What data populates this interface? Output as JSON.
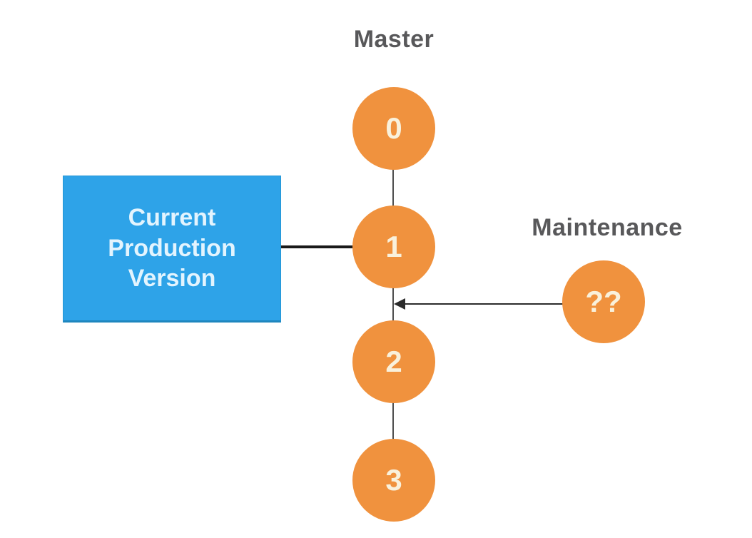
{
  "labels": {
    "master": "Master",
    "maintenance": "Maintenance"
  },
  "nodes": [
    {
      "id": "commit-0",
      "branch": "master",
      "label": "0"
    },
    {
      "id": "commit-1",
      "branch": "master",
      "label": "1"
    },
    {
      "id": "commit-2",
      "branch": "master",
      "label": "2"
    },
    {
      "id": "commit-3",
      "branch": "master",
      "label": "3"
    },
    {
      "id": "maintenance-node",
      "branch": "maintenance",
      "label": "??"
    }
  ],
  "production_box": {
    "label": "Current Production Version"
  },
  "connections": [
    {
      "from": "production_box",
      "to": "commit-1",
      "style": "plain-line"
    },
    {
      "from": "maintenance-node",
      "to": "trunk-between-1-and-2",
      "style": "arrow-left"
    }
  ],
  "colors": {
    "node_fill": "#F0923E",
    "node_text": "#F9F1DC",
    "production_box_fill": "#2EA3E8",
    "production_box_text": "#E3F4FE",
    "branch_label_text": "#58585A",
    "trunk_line": "#4D4D4D",
    "connector_line": "#1A1A1A",
    "background": "#FFFFFF"
  }
}
